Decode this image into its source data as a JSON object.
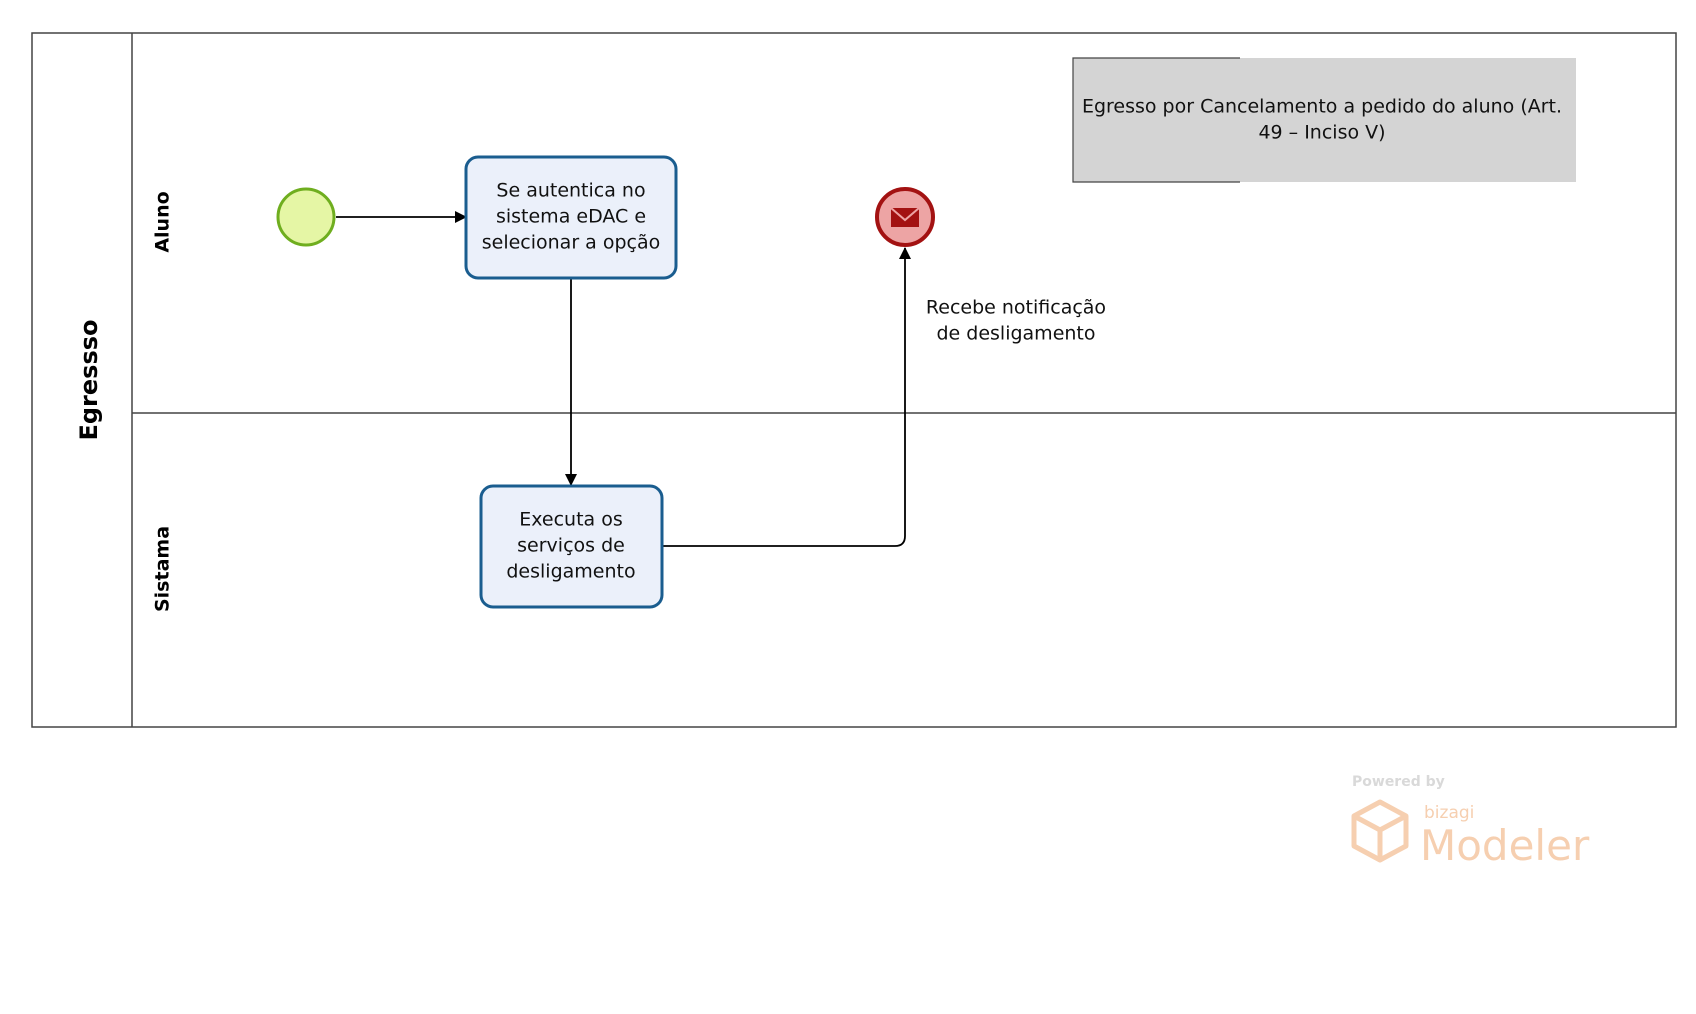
{
  "pool": {
    "label": "Egressso"
  },
  "lanes": [
    {
      "label": "Aluno"
    },
    {
      "label": "Sistama"
    }
  ],
  "tasks": {
    "authenticate": {
      "lines": [
        "Se autentica no",
        "sistema eDAC e",
        "selecionar a opção"
      ]
    },
    "execute": {
      "lines": [
        "Executa os",
        "serviços de",
        "desligamento"
      ]
    }
  },
  "annotation": {
    "lines": [
      "Egresso por Cancelamento a pedido do aluno (Art.",
      "49 – Inciso V)"
    ]
  },
  "flow_label": {
    "lines": [
      "Recebe notificação",
      "de desligamento"
    ]
  },
  "events": {
    "start": {
      "icon": "start-event-icon"
    },
    "end": {
      "icon": "envelope-icon"
    }
  },
  "watermark": {
    "powered_by": "Powered by",
    "brand_small": "bizagi",
    "brand_large": "Modeler"
  },
  "colors": {
    "task_fill": "#ebf0fa",
    "task_stroke": "#1a5d8f",
    "start_fill": "#e5f6a5",
    "start_stroke": "#6fae1f",
    "end_fill": "#eda4a4",
    "end_stroke": "#a31212",
    "annotation_fill": "#d4d4d4",
    "watermark": "#f6cfb0"
  }
}
